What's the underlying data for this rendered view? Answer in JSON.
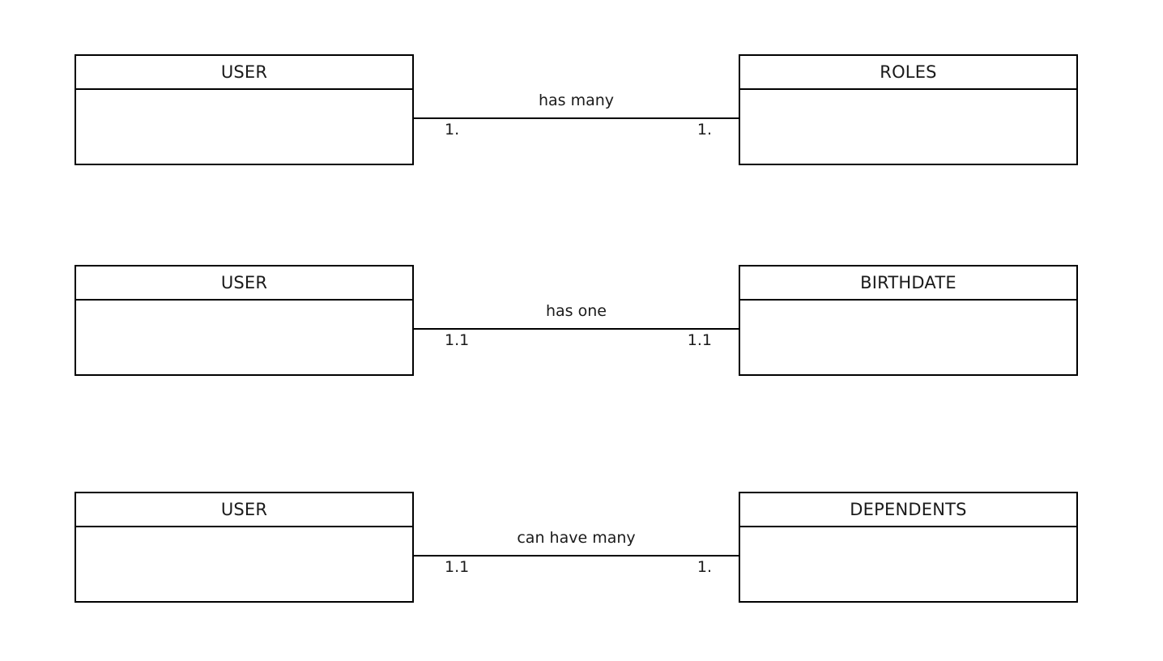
{
  "diagram": {
    "type": "entity-relationship-diagram",
    "background_color": "#ffffff",
    "line_color": "#000000",
    "text_color": "#1a1a1a",
    "relationships": [
      {
        "left_entity": "USER",
        "right_entity": "ROLES",
        "label": "has many",
        "cardinality_left": "1.",
        "cardinality_right": "1."
      },
      {
        "left_entity": "USER",
        "right_entity": "BIRTHDATE",
        "label": "has one",
        "cardinality_left": "1.1",
        "cardinality_right": "1.1"
      },
      {
        "left_entity": "USER",
        "right_entity": "DEPENDENTS",
        "label": "can have many",
        "cardinality_left": "1.1",
        "cardinality_right": "1."
      }
    ]
  }
}
